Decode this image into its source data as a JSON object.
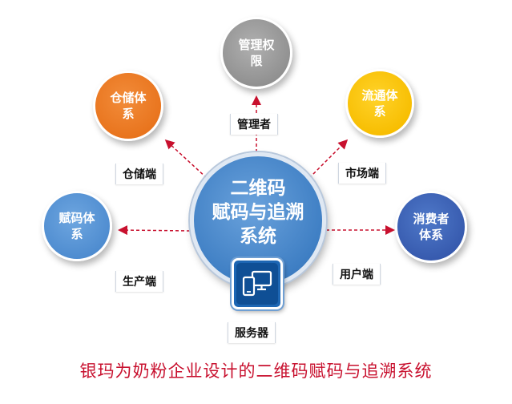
{
  "center": {
    "title": "二维码\n赋码与追溯\n系统"
  },
  "nodes": {
    "permission": "管理权\n限",
    "storage": "仓储体\n系",
    "circulation": "流通体\n系",
    "coding": "赋码体\n系",
    "consumer": "消费者\n体系"
  },
  "labels": {
    "manager": "管理者",
    "warehouse_end": "仓储端",
    "market_end": "市场端",
    "production_end": "生产端",
    "user_end": "用户端",
    "server": "服务器"
  },
  "icons": {
    "server": "server-devices-icon"
  },
  "colors": {
    "center": "#3f7fc4",
    "permission": "#8f8f8f",
    "storage": "#e8731c",
    "circulation": "#f7bd00",
    "coding": "#4d8bcf",
    "consumer": "#3659ad",
    "arrow": "#c8102e",
    "caption": "#c8102e"
  },
  "caption": "银玛为奶粉企业设计的二维码赋码与追溯系统"
}
